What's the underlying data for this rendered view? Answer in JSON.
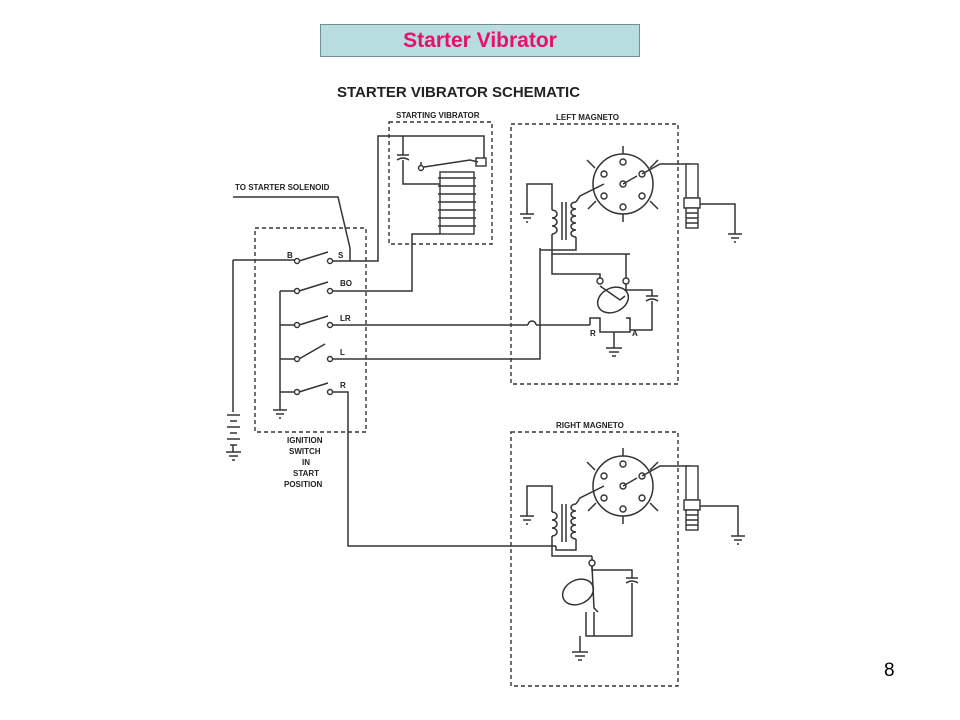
{
  "slide": {
    "title": "Starter Vibrator",
    "page_number": "8"
  },
  "schematic": {
    "heading": "STARTER VIBRATOR SCHEMATIC",
    "labels": {
      "starting_vibrator": "STARTING VIBRATOR",
      "left_magneto": "LEFT MAGNETO",
      "right_magneto": "RIGHT MAGNETO",
      "to_starter_solenoid": "TO STARTER SOLENOID",
      "ignition_switch": [
        "IGNITION",
        "SWITCH",
        "IN",
        "START",
        "POSITION"
      ]
    },
    "terminals": {
      "b": "B",
      "s": "S",
      "bo": "BO",
      "lr": "LR",
      "l": "L",
      "r": "R",
      "breaker_r": "R",
      "breaker_a": "A"
    }
  },
  "colors": {
    "title_text": "#e8106a",
    "title_bg": "#b8dde0",
    "line": "#333333"
  }
}
